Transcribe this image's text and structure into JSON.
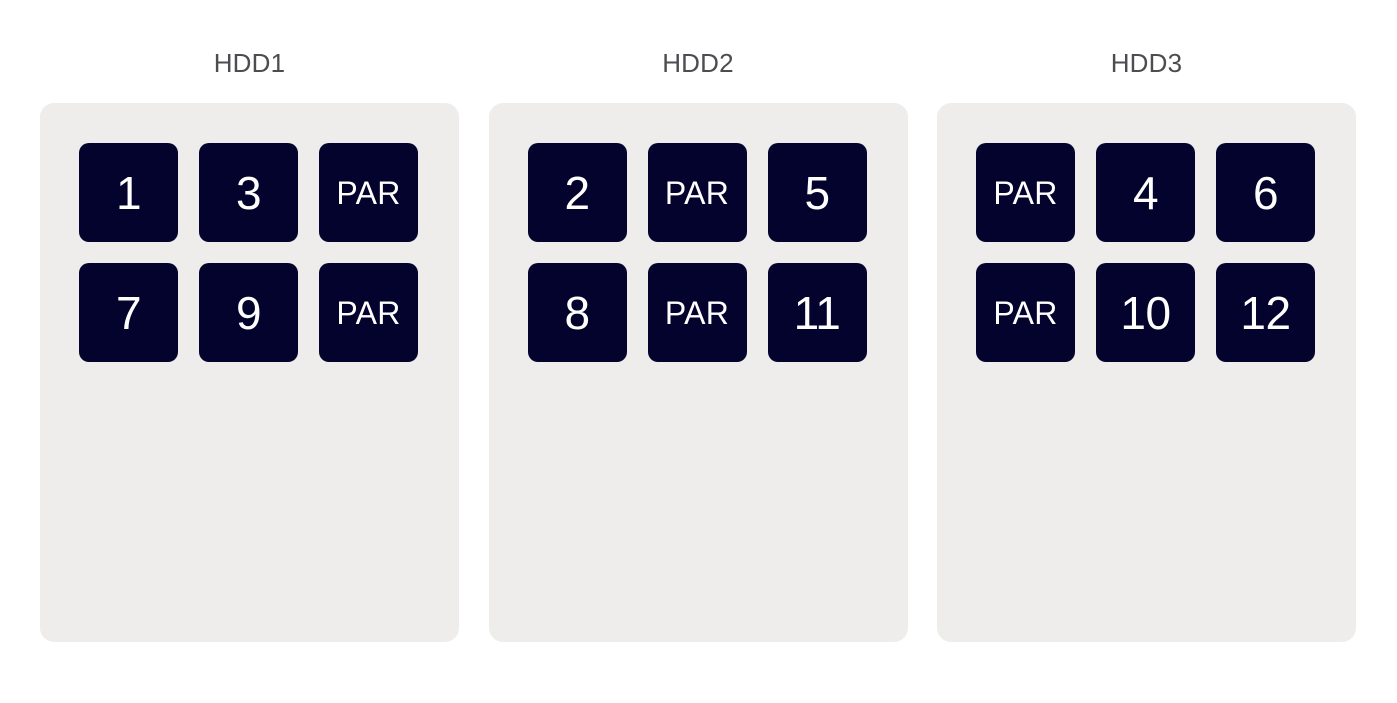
{
  "figure": {
    "background_color": "#ffffff",
    "panel_color": "#eeedeb",
    "block_color": "#04032e",
    "block_text_color": "#ffffff",
    "title_color": "#4c4c51",
    "parity_label": "PAR"
  },
  "disks": [
    {
      "title": "HDD1",
      "rows": [
        [
          {
            "label": "1",
            "kind": "data"
          },
          {
            "label": "3",
            "kind": "data"
          },
          {
            "label": "PAR",
            "kind": "parity"
          }
        ],
        [
          {
            "label": "7",
            "kind": "data"
          },
          {
            "label": "9",
            "kind": "data"
          },
          {
            "label": "PAR",
            "kind": "parity"
          }
        ]
      ]
    },
    {
      "title": "HDD2",
      "rows": [
        [
          {
            "label": "2",
            "kind": "data"
          },
          {
            "label": "PAR",
            "kind": "parity"
          },
          {
            "label": "5",
            "kind": "data"
          }
        ],
        [
          {
            "label": "8",
            "kind": "data"
          },
          {
            "label": "PAR",
            "kind": "parity"
          },
          {
            "label": "11",
            "kind": "data"
          }
        ]
      ]
    },
    {
      "title": "HDD3",
      "rows": [
        [
          {
            "label": "PAR",
            "kind": "parity"
          },
          {
            "label": "4",
            "kind": "data"
          },
          {
            "label": "6",
            "kind": "data"
          }
        ],
        [
          {
            "label": "PAR",
            "kind": "parity"
          },
          {
            "label": "10",
            "kind": "data"
          },
          {
            "label": "12",
            "kind": "data"
          }
        ]
      ]
    }
  ]
}
